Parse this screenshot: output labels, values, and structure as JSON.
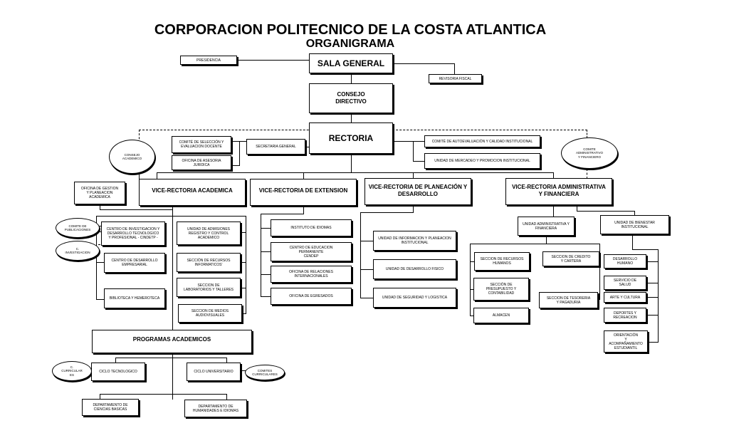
{
  "title": "CORPORACION POLITECNICO DE LA COSTA ATLANTICA",
  "subtitle": "ORGANIGRAMA",
  "top": {
    "presidencia": "PRESIDENCIA",
    "sala_general": "SALA GENERAL",
    "revisoria_fiscal": "REVISORIA FISCAL",
    "consejo_directivo": "CONSEJO\nDIRECTIVO",
    "rectoria": "RECTORIA"
  },
  "rectoria_staff": {
    "comite_seleccion": "COMITÉ DE SELECCIÓN Y\nEVALUACION DOCENTE",
    "asesoria_juridica": "OFICINA DE ASESORIA\nJURIDICA",
    "secretaria_general": "SECRETARIA GENERAL",
    "comite_autoevaluacion": "COMITÉ DE AUTOEVALUACIÓN Y CALIDAD INSTITUCIONAL",
    "unidad_mercadeo": "UNIDAD DE MERCADEO Y PROMOCION INSTITUCIONAL",
    "consejo_academico": "CONSEJO\nACADEMICO",
    "comite_administrativo": "COMITE\nADMINISTRATIVO\nY FINANCIERO"
  },
  "vicerrectorias": {
    "academica": "VICE-RECTORIA ACADEMICA",
    "extension": "VICE-RECTORIA DE EXTENSION",
    "planeacion": "VICE-RECTORIA DE PLANEACIÓN Y\nDESARROLLO",
    "administrativa": "VICE-RECTORIA ADMINISTRATIVA\nY FINANCIERA"
  },
  "academica": {
    "oficina_gestion": "OFICINA DE GESTION\nY PLANEACION\nACADEMICA",
    "comite_publicaciones": "COMITE DE\nPUBLICACIONES",
    "comite_investigacion": "C.\nINVESTIGACION",
    "cindetp": "CENTRO DE INVESTIGACION Y\nDESARROLLO TECNOLOGICO\nY PROFESIONAL - CINDETP -",
    "desarrollo_empresarial": "CENTRO DE DESARROLLO\nEMPRESARIAL",
    "biblioteca": "BIBLIOTECA Y HEMEROTECA",
    "admisiones": "UNIDAD DE ADMISIONES\nREGISTRO Y CONTROL\nACADEMICO",
    "recursos_informaticos": "SECCIÓN DE RECURSOS\nINFORMATICOS'",
    "laboratorios": "SECCION DE\nLABORATORIOS Y TALLERES",
    "medios": "SECCION DE MEDIOS\nAUDIOVISUALES",
    "programas": "PROGRAMAS ACADEMICOS",
    "ciclo_tecnologico": "CICLO TECNOLOGICO",
    "ciclo_universitario": "CICLO UNIVERSITARIO",
    "comite_curricular": "C.\nCURRICULAR\nES",
    "comites_curriculares": "COMITES\nCURRICULARES",
    "ciencias_basicas": "DEPARTAMENTO DE\nCIENCIAS BASICAS",
    "humanidades": "DEPARTAMENTO DE\nHUMANIDADES E IDIOMAS"
  },
  "extension": {
    "idiomas": "INSTITUTO DE IDIOMAS",
    "cendep": "CENTRO DE EDUCACION\nPERMANENTE\nCENDEP",
    "relaciones": "OFICINA DE RELACIONES\nINTERNACIONALES",
    "egresados": "OFICINA DE EGRESADOS"
  },
  "planeacion": {
    "informacion": "UNIDAD DE INFORMACION Y PLANEACION\nINSTITUCIONAL",
    "desarrollo_fisico": "UNIDAD DE DESARROLLO FISICO",
    "seguridad": "UNIDAD DE SEGURIDAD Y LOGISTICA"
  },
  "administrativa": {
    "unidad_admin": "UNIDAD ADMINISTRATIVA Y\nFINANCIERA",
    "bienestar": "UNIDAD DE BIENESTAR\nINSTITUCIONAL",
    "rrhh": "SECCION DE RECURSOS\nHUMANOS",
    "presupuesto": "SECCIÓN DE\nPRESUPUESTO Y\nCONTABILIDAD",
    "almacen": "ALMACEN",
    "credito": "SECCION DE CREDITO\nY CARTERA",
    "tesoreria": "SECCION DE TESORERIA\nY PAGADURIA",
    "desarrollo_humano": "DESARROLLO\nHUMANO",
    "salud": "SERVICIO DE\nSALUD",
    "arte": "ARTE Y CULTURA",
    "deportes": "DEPORTES Y\nRECREACION",
    "orientacion": "ORIENTACIÓN\nY\nACOMPAÑAMIENTO\nESTUDIANTIL"
  }
}
